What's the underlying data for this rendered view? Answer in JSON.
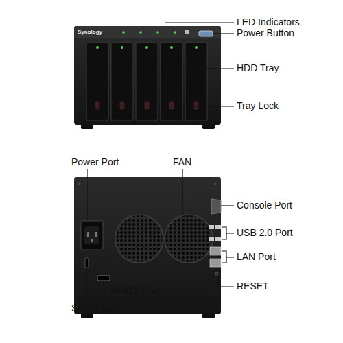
{
  "diagram": {
    "labels": [
      "LED Indicators",
      "Power Button",
      "HDD Tray",
      "Tray Lock",
      "Synology",
      "Power Port",
      "FAN",
      "Console Port",
      "USB 2.0 Port",
      "LAN Port",
      "RESET",
      "eSATA Port",
      "Safety Lock"
    ]
  }
}
